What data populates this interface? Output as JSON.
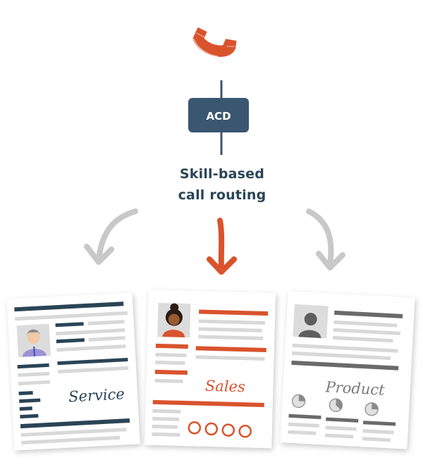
{
  "acd": {
    "label": "ACD"
  },
  "routing": {
    "line1": "Skill-based",
    "line2": "call routing"
  },
  "cards": [
    {
      "label": "Service"
    },
    {
      "label": "Sales"
    },
    {
      "label": "Product"
    }
  ],
  "colors": {
    "accent": "#d9532d",
    "navy": "#2a4456",
    "acd_box": "#3a5670",
    "grey_arrow": "#c8c8c8",
    "bar_grey": "#d8d8d8",
    "dark_grey": "#6a6a6a"
  },
  "icons": [
    "phone-icon",
    "person-avatar-icon",
    "arrow-down-icon"
  ]
}
